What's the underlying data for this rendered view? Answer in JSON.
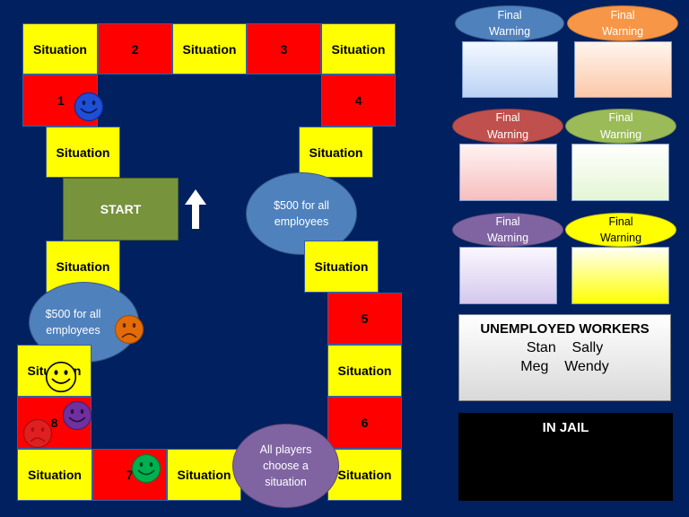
{
  "board": {
    "squares": {
      "top_situation_1": "Situation",
      "sq_2": "2",
      "top_situation_2": "Situation",
      "sq_3": "3",
      "top_situation_3": "Situation",
      "sq_1": "1",
      "sq_4": "4",
      "left_situation_1": "Situation",
      "right_situation_1": "Situation",
      "start": "START",
      "left_situation_2": "Situation",
      "right_situation_2": "Situation",
      "sq_5": "5",
      "left_situation_3": "Situation",
      "right_situation_3": "Situation",
      "sq_8": "8",
      "sq_6": "6",
      "bottom_situation_1": "Situation",
      "sq_7": "7",
      "bottom_situation_2": "Situation",
      "bottom_situation_3": "Situation"
    },
    "bonus_right": "$500 for all employees",
    "bonus_left": "$500 for all employees",
    "all_players": "All players choose a situation"
  },
  "warnings": [
    {
      "label": "Final Warning",
      "oval_color": "#4f81bd",
      "text_color": "#ffffff",
      "card_top": "#f3f8ff",
      "card_bottom": "#bcd3f5"
    },
    {
      "label": "Final Warning",
      "oval_color": "#f79646",
      "text_color": "#ffffff",
      "card_top": "#fff5ee",
      "card_bottom": "#fbc8a8"
    },
    {
      "label": "Final Warning",
      "oval_color": "#c0504d",
      "text_color": "#ffffff",
      "card_top": "#fff3f3",
      "card_bottom": "#f7bebe"
    },
    {
      "label": "Final Warning",
      "oval_color": "#9bbb59",
      "text_color": "#ffffff",
      "card_top": "#ffffff",
      "card_bottom": "#e4f6d4"
    },
    {
      "label": "Final Warning",
      "oval_color": "#8064a2",
      "text_color": "#ffffff",
      "card_top": "#faf7ff",
      "card_bottom": "#d5c8ec"
    },
    {
      "label": "Final Warning",
      "oval_color": "#ffff00",
      "text_color": "#000000",
      "card_top": "#fffff5",
      "card_bottom": "#ffff00"
    }
  ],
  "unemployed": {
    "title": "UNEMPLOYED WORKERS",
    "row1": "Stan    Sally",
    "row2": "Meg    Wendy"
  },
  "jail": {
    "title": "IN JAIL"
  },
  "tokens": [
    {
      "name": "blue-token",
      "color": "#1f4fd6",
      "mood": "happy"
    },
    {
      "name": "orange-token",
      "color": "#e36c09",
      "mood": "sad"
    },
    {
      "name": "yellow-token",
      "color": "#ffff00",
      "mood": "happy"
    },
    {
      "name": "purple-token",
      "color": "#7030a0",
      "mood": "happy"
    },
    {
      "name": "red-token",
      "color": "#e02020",
      "mood": "sad"
    },
    {
      "name": "green-token",
      "color": "#00b050",
      "mood": "happy"
    }
  ],
  "icons": {
    "direction_arrow": "up-arrow-icon"
  }
}
